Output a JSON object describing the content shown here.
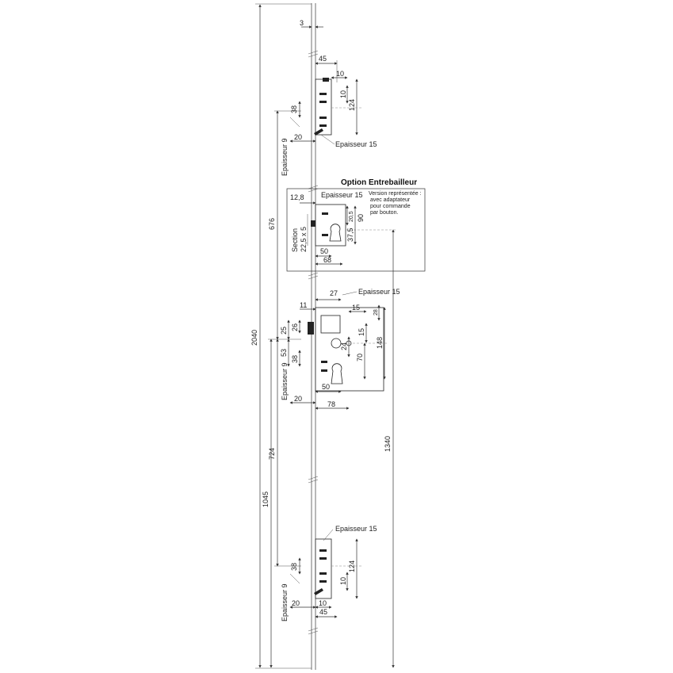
{
  "option_title": "Option Entrebailleur",
  "option_note": [
    "Version représentée :",
    "avec adaptateur",
    "pour commande",
    "par bouton."
  ],
  "section_label": "Section",
  "section_value": "22,5 x 5",
  "epaisseur_9": "Epaisseur 9",
  "epaisseur_15": "Epaisseur 15",
  "dims": {
    "d2040": "2040",
    "d1045": "1045",
    "d724": "724",
    "d676": "676",
    "d1340": "1340",
    "d3": "3",
    "d45": "45",
    "d10": "10",
    "d124": "124",
    "d38": "38",
    "d20": "20",
    "d12_8": "12,8",
    "d20_5": "20,5",
    "d90": "90",
    "d37_5": "37,5",
    "d50": "50",
    "d68": "68",
    "d27": "27",
    "d11": "11",
    "d15": "15",
    "d28": "28",
    "d25": "25",
    "d26": "26",
    "d53": "53",
    "d24": "24",
    "d70": "70",
    "d148": "148",
    "d78": "78"
  }
}
